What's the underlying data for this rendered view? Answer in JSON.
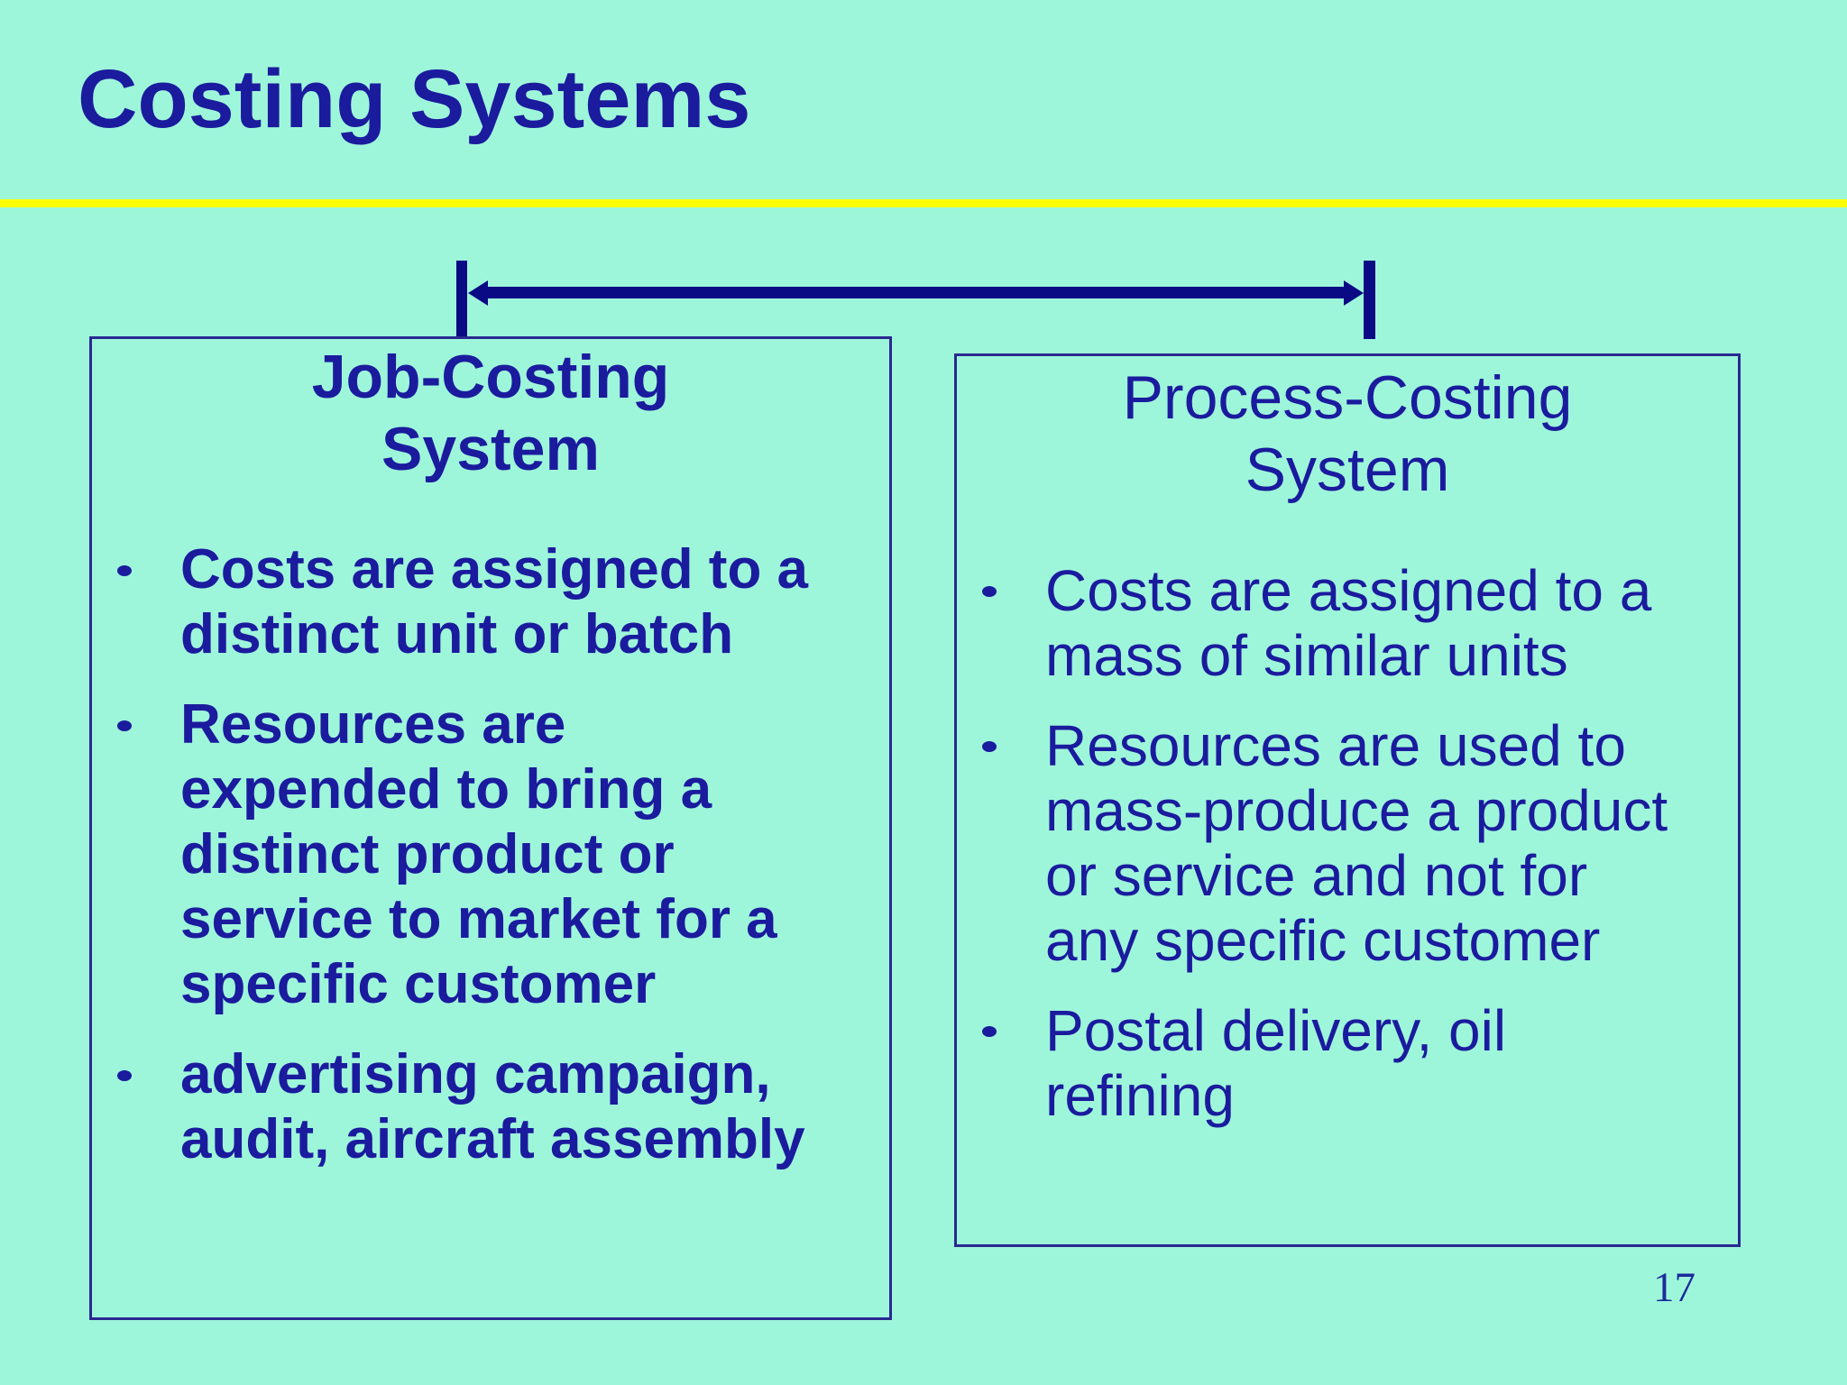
{
  "slide": {
    "title": "Costing Systems",
    "page_number": "17",
    "colors": {
      "background": "#9ef6da",
      "text_navy": "#1b1b9e",
      "border_navy": "#29298f",
      "arrow_navy": "#0a0a85",
      "divider_yellow": "#ffff00"
    },
    "arrow": "double-headed horizontal arrow spanning between the two boxes"
  },
  "left_box": {
    "title_lines": [
      "Job-Costing",
      "System"
    ],
    "bullets": [
      [
        "Costs are assigned to a",
        "distinct unit or batch"
      ],
      [
        "Resources are",
        "expended to bring a",
        "distinct product or",
        "service to market for a",
        "specific customer"
      ],
      [
        "advertising campaign,",
        "audit, aircraft assembly"
      ]
    ]
  },
  "right_box": {
    "title_lines": [
      "Process-Costing",
      "System"
    ],
    "bullets": [
      [
        "Costs are assigned to a",
        "mass of similar units"
      ],
      [
        "Resources are used to",
        "mass-produce a product",
        "or service and not for",
        "any specific customer"
      ],
      [
        "Postal delivery, oil",
        "refining"
      ]
    ]
  }
}
